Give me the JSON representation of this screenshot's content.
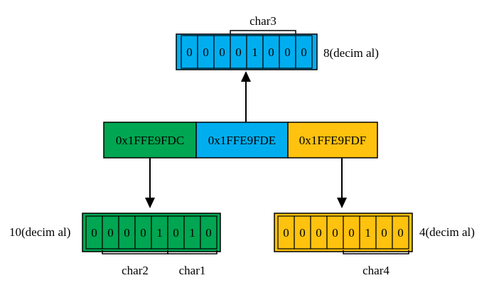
{
  "colors": {
    "green": "#00A651",
    "blue": "#00AEEF",
    "yellow": "#FFC20E",
    "stroke": "#000000"
  },
  "addresses": [
    {
      "label": "0x1FFE9FDC",
      "color": "green"
    },
    {
      "label": "0x1FFE9FDE",
      "color": "blue"
    },
    {
      "label": "0x1FFE9FDF",
      "color": "yellow"
    }
  ],
  "top_register": {
    "bits": [
      "0",
      "0",
      "0",
      "0",
      "1",
      "0",
      "0",
      "0"
    ],
    "color": "blue",
    "decimal_label": "8(decim al)",
    "brackets": [
      {
        "label": "char3",
        "from_bit": 3,
        "to_bit": 7
      }
    ]
  },
  "left_register": {
    "bits": [
      "0",
      "0",
      "0",
      "0",
      "1",
      "0",
      "1",
      "0"
    ],
    "color": "green",
    "decimal_label": "10(decim al)",
    "brackets": [
      {
        "label": "char2",
        "from_bit": 1,
        "to_bit": 5
      },
      {
        "label": "char1",
        "from_bit": 5,
        "to_bit": 8
      }
    ]
  },
  "right_register": {
    "bits": [
      "0",
      "0",
      "0",
      "0",
      "0",
      "1",
      "0",
      "0"
    ],
    "color": "yellow",
    "decimal_label": "4(decim al)",
    "brackets": [
      {
        "label": "char4",
        "from_bit": 4,
        "to_bit": 8
      }
    ]
  }
}
